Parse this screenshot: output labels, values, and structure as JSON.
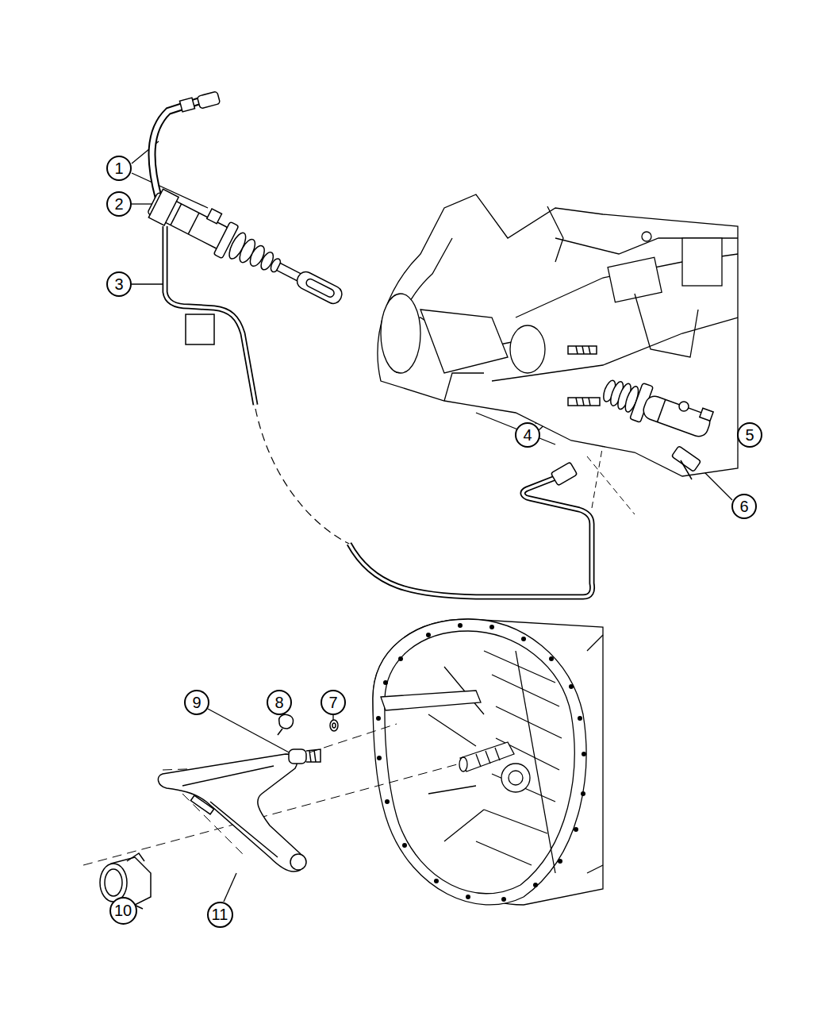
{
  "diagram": {
    "nodes": [
      {
        "text": [
          "1"
        ]
      },
      {
        "text": [
          "2"
        ]
      },
      {
        "text": [
          "3"
        ]
      },
      {
        "text": [
          "4"
        ]
      },
      {
        "text": [
          "5"
        ]
      },
      {
        "text": [
          "6"
        ]
      },
      {
        "text": [
          "7"
        ]
      },
      {
        "text": [
          "8"
        ]
      },
      {
        "text": [
          "9"
        ]
      },
      {
        "text": [
          "10"
        ]
      },
      {
        "text": [
          "11"
        ]
      }
    ]
  }
}
